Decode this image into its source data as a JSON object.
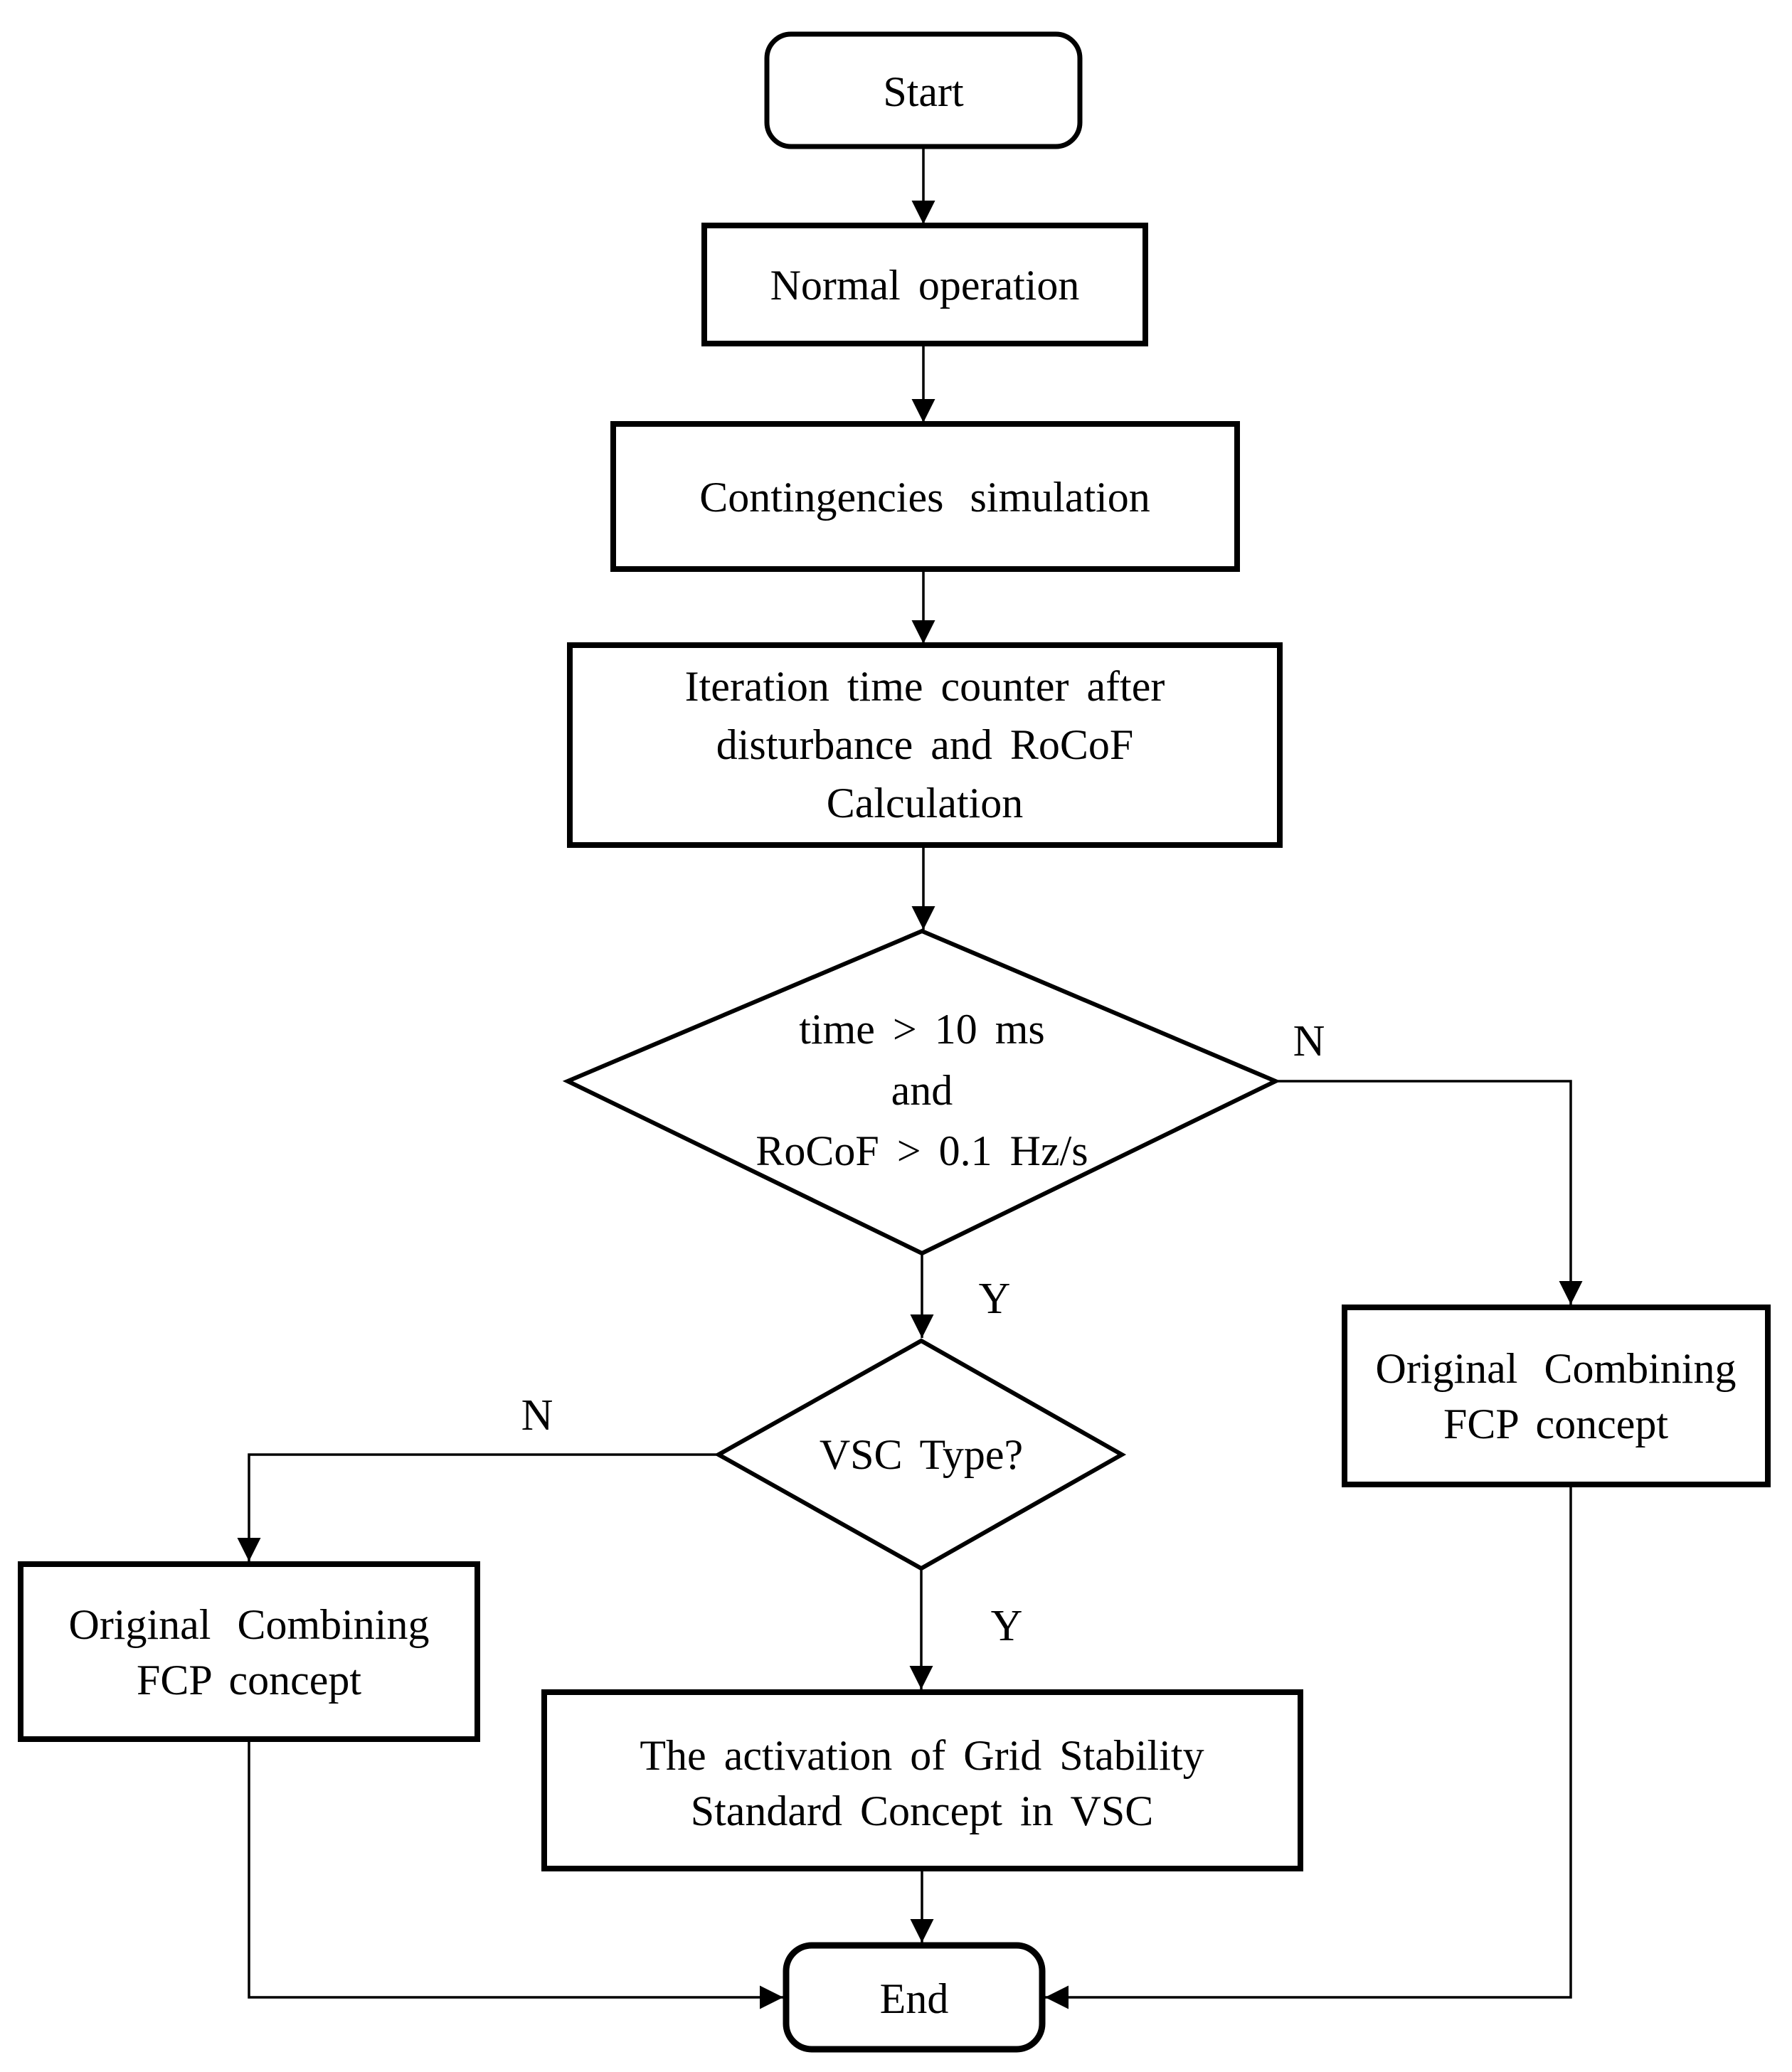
{
  "colors": {
    "background": "#ffffff",
    "line": "#000000",
    "text": "#000000"
  },
  "flowchart": {
    "type": "flowchart",
    "nodes": {
      "start": {
        "label": "Start"
      },
      "normal_operation": {
        "label": "Normal operation"
      },
      "contingencies_simulation": {
        "label": "Contingencies simulation"
      },
      "iteration_counter": {
        "lines": [
          "Iteration time counter after",
          "disturbance and RoCoF",
          "Calculation"
        ]
      },
      "decision_time_rocof": {
        "lines": [
          "time > 10 ms",
          "and",
          "RoCoF > 0.1 Hz/s"
        ]
      },
      "decision_vsc_type": {
        "label": "VSC Type?"
      },
      "original_fcp_right": {
        "lines": [
          "Original Combining",
          "FCP concept"
        ]
      },
      "original_fcp_left": {
        "lines": [
          "Original Combining",
          "FCP concept"
        ]
      },
      "grid_stability_activation": {
        "lines": [
          "The activation of Grid Stability",
          "Standard Concept in VSC"
        ]
      },
      "end": {
        "label": "End"
      }
    },
    "branch_labels": {
      "time_rocof_no": "N",
      "time_rocof_yes": "Y",
      "vsc_no": "N",
      "vsc_yes": "Y"
    },
    "icons": {
      "arrowhead": "filled-triangle"
    }
  }
}
